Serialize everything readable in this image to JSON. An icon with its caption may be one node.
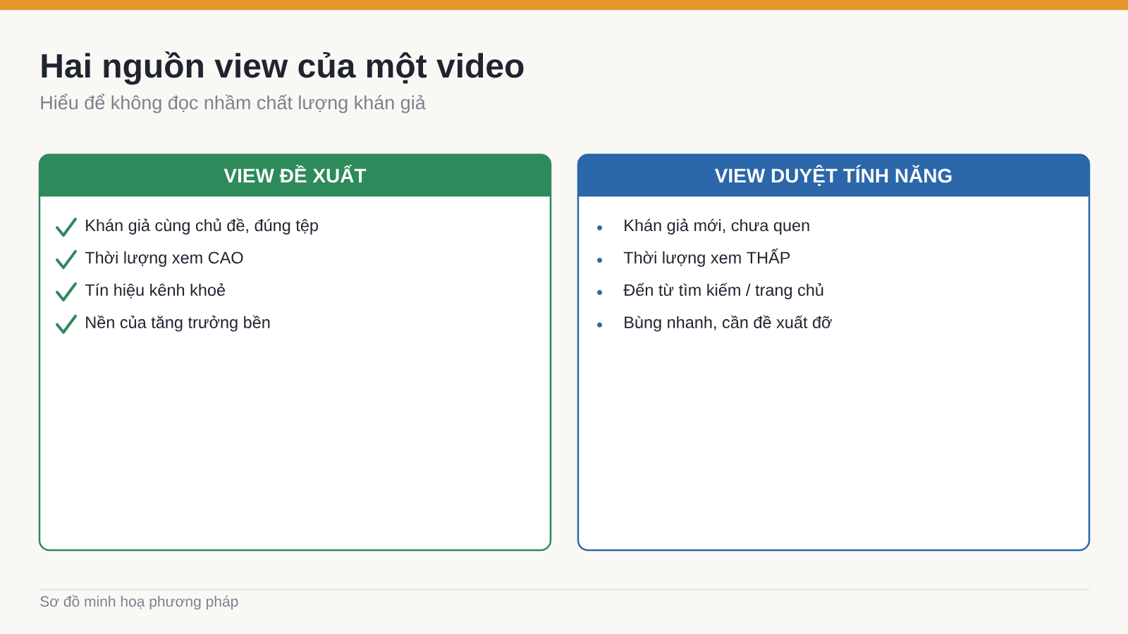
{
  "diagram": {
    "title": "Hai nguồn view của một video",
    "nodes": [
      {
        "text": [
          "VIEW ĐỀ XUẤT",
          "Khán giả cùng chủ đề, đúng tệp",
          "Thời lượng xem CAO",
          "Tín hiệu kênh khoẻ",
          "Nền của tăng trưởng bền"
        ]
      },
      {
        "text": [
          "VIEW DUYỆT TÍNH NĂNG",
          "Khán giả mới, chưa quen",
          "Thời lượng xem THẤP",
          "Đến từ tìm kiếm / trang chủ",
          "Bùng nhanh, cần đề xuất đỡ"
        ]
      }
    ],
    "labels": [
      "Hiểu để không đọc nhầm chất lượng khán giả",
      "Sơ đồ minh hoạ phương pháp"
    ]
  }
}
